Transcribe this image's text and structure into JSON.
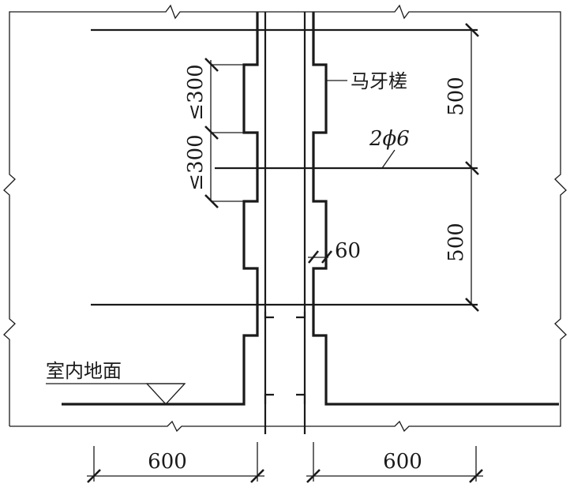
{
  "labels": {
    "toothed_joint": "马牙槎",
    "rebar": "2ϕ6",
    "floor": "室内地面",
    "offset": "60",
    "max_step_upper": "≤300",
    "max_step_lower": "≤300",
    "spacing_upper": "500",
    "spacing_lower": "500",
    "extent_left": "600",
    "extent_right": "600"
  }
}
